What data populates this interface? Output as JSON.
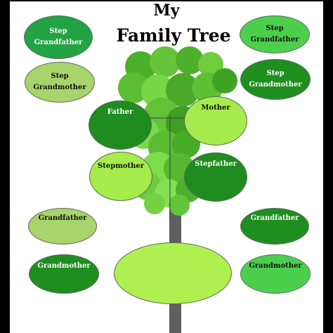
{
  "title": {
    "line1": "My",
    "line2": "Family Tree"
  },
  "colors": {
    "dark_green": "#1f8c1f",
    "medium_green": "#35b835",
    "lime_green": "#9be04f",
    "pale_green": "#a8d46c",
    "trunk": "#5f5f5f",
    "frame": "#000000"
  },
  "members": {
    "step_grandfather_left": {
      "line1": "Step",
      "line2": "Grandfather"
    },
    "step_grandmother_left": {
      "line1": "Step",
      "line2": "Grandmother"
    },
    "step_grandfather_right": {
      "line1": "Step",
      "line2": "Grandfather"
    },
    "step_grandmother_right": {
      "line1": "Step",
      "line2": "Grandmother"
    },
    "father": {
      "label": "Father"
    },
    "mother": {
      "label": "Mother"
    },
    "stepmother": {
      "label": "Stepmother"
    },
    "stepfather": {
      "label": "Stepfather"
    },
    "grandfather_left": {
      "label": "Grandfather"
    },
    "grandmother_left": {
      "label": "Grandmother"
    },
    "grandfather_right": {
      "label": "Grandfather"
    },
    "grandmother_right": {
      "label": "Grandmother"
    },
    "me": {
      "label": ""
    }
  }
}
